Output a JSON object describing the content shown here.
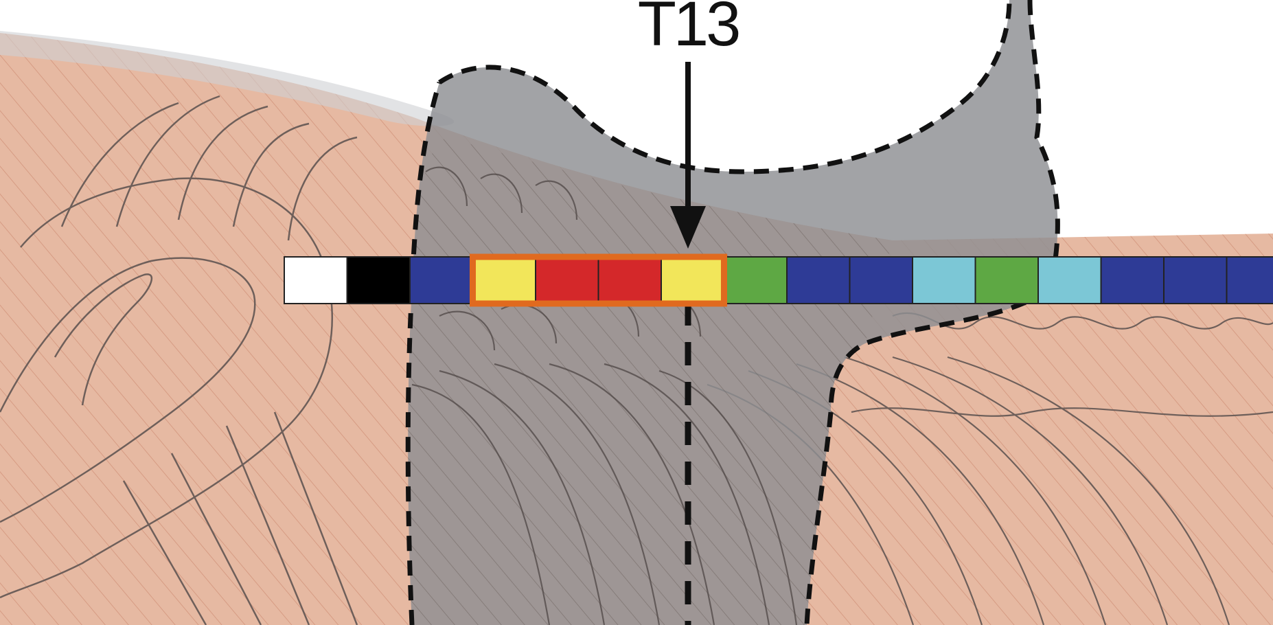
{
  "figure": {
    "marker_label": "T13",
    "colors": {
      "background": "#ffffff",
      "tissue_fill": "#e6b9a2",
      "tissue_line": "#c9826a",
      "bone_line": "#7a6a64",
      "region_fill": "#8e8f92",
      "outline": "#111111",
      "highlight_border": "#e06a1f"
    },
    "segment_colors": [
      "#ffffff",
      "#000000",
      "#2e3b96",
      "#f2e65a",
      "#d4282a",
      "#d4282a",
      "#f2e65a",
      "#5ea844",
      "#2e3b96",
      "#2e3b96",
      "#7cc7d6",
      "#5ea844",
      "#7cc7d6",
      "#2e3b96",
      "#2e3b96",
      "#2e3b96"
    ],
    "highlighted_segments": [
      3,
      4,
      5,
      6
    ],
    "icons": {
      "marker": "down-arrow-icon"
    }
  }
}
